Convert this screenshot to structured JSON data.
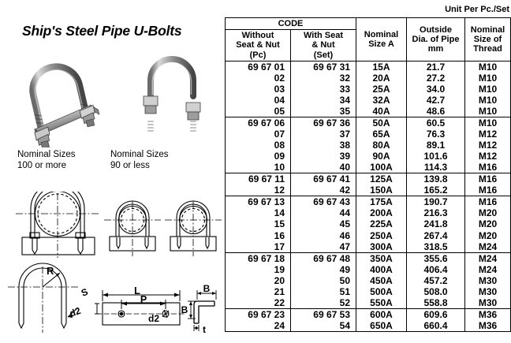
{
  "title": "Ship's Steel Pipe U-Bolts",
  "unit_note": "Unit Per Pc./Set",
  "captions": {
    "left": {
      "line1": "Nominal Sizes",
      "line2": "100 or more"
    },
    "right": {
      "line1": "Nominal Sizes",
      "line2": "90 or less"
    }
  },
  "dimension_labels": {
    "radius": "R",
    "seat_height": "S",
    "bolt_dia_1": "d2",
    "bolt_dia_2": "d2",
    "plate_length": "L",
    "hole_pitch": "P",
    "width_1": "B",
    "width_2": "B",
    "thickness": "t"
  },
  "table": {
    "header": {
      "code_group": "CODE",
      "col1_l1": "Without",
      "col1_l2": "Seat & Nut",
      "col1_l3": "(Pc)",
      "col2_l1": "With Seat",
      "col2_l2": "& Nut",
      "col2_l3": "(Set)",
      "col3_l1": "Nominal",
      "col3_l2": "Size  A",
      "col4_l1": "Outside",
      "col4_l2": "Dia. of Pipe",
      "col4_l3": "mm",
      "col5_l1": "Nominal",
      "col5_l2": "Size of",
      "col5_l3": "Thread"
    },
    "groups": [
      {
        "rows": [
          {
            "code_without": "69 67 01",
            "code_with": "69 67 31",
            "nominal_size": "15A",
            "outside_dia": "21.7",
            "thread": "M10"
          },
          {
            "code_without": "02",
            "code_with": "32",
            "nominal_size": "20A",
            "outside_dia": "27.2",
            "thread": "M10"
          },
          {
            "code_without": "03",
            "code_with": "33",
            "nominal_size": "25A",
            "outside_dia": "34.0",
            "thread": "M10"
          },
          {
            "code_without": "04",
            "code_with": "34",
            "nominal_size": "32A",
            "outside_dia": "42.7",
            "thread": "M10"
          },
          {
            "code_without": "05",
            "code_with": "35",
            "nominal_size": "40A",
            "outside_dia": "48.6",
            "thread": "M10"
          }
        ]
      },
      {
        "rows": [
          {
            "code_without": "69 67 06",
            "code_with": "69 67 36",
            "nominal_size": "50A",
            "outside_dia": "60.5",
            "thread": "M10"
          },
          {
            "code_without": "07",
            "code_with": "37",
            "nominal_size": "65A",
            "outside_dia": "76.3",
            "thread": "M12"
          },
          {
            "code_without": "08",
            "code_with": "38",
            "nominal_size": "80A",
            "outside_dia": "89.1",
            "thread": "M12"
          },
          {
            "code_without": "09",
            "code_with": "39",
            "nominal_size": "90A",
            "outside_dia": "101.6",
            "thread": "M12"
          },
          {
            "code_without": "10",
            "code_with": "40",
            "nominal_size": "100A",
            "outside_dia": "114.3",
            "thread": "M16"
          }
        ]
      },
      {
        "rows": [
          {
            "code_without": "69 67 11",
            "code_with": "69 67 41",
            "nominal_size": "125A",
            "outside_dia": "139.8",
            "thread": "M16"
          },
          {
            "code_without": "12",
            "code_with": "42",
            "nominal_size": "150A",
            "outside_dia": "165.2",
            "thread": "M16"
          }
        ]
      },
      {
        "rows": [
          {
            "code_without": "69 67 13",
            "code_with": "69 67 43",
            "nominal_size": "175A",
            "outside_dia": "190.7",
            "thread": "M16"
          },
          {
            "code_without": "14",
            "code_with": "44",
            "nominal_size": "200A",
            "outside_dia": "216.3",
            "thread": "M20"
          },
          {
            "code_without": "15",
            "code_with": "45",
            "nominal_size": "225A",
            "outside_dia": "241.8",
            "thread": "M20"
          },
          {
            "code_without": "16",
            "code_with": "46",
            "nominal_size": "250A",
            "outside_dia": "267.4",
            "thread": "M20"
          },
          {
            "code_without": "17",
            "code_with": "47",
            "nominal_size": "300A",
            "outside_dia": "318.5",
            "thread": "M24"
          }
        ]
      },
      {
        "rows": [
          {
            "code_without": "69 67 18",
            "code_with": "69 67 48",
            "nominal_size": "350A",
            "outside_dia": "355.6",
            "thread": "M24"
          },
          {
            "code_without": "19",
            "code_with": "49",
            "nominal_size": "400A",
            "outside_dia": "406.4",
            "thread": "M24"
          },
          {
            "code_without": "20",
            "code_with": "50",
            "nominal_size": "450A",
            "outside_dia": "457.2",
            "thread": "M30"
          },
          {
            "code_without": "21",
            "code_with": "51",
            "nominal_size": "500A",
            "outside_dia": "508.0",
            "thread": "M30"
          },
          {
            "code_without": "22",
            "code_with": "52",
            "nominal_size": "550A",
            "outside_dia": "558.8",
            "thread": "M30"
          }
        ]
      },
      {
        "rows": [
          {
            "code_without": "69 67 23",
            "code_with": "69 67 53",
            "nominal_size": "600A",
            "outside_dia": "609.6",
            "thread": "M36"
          },
          {
            "code_without": "24",
            "code_with": "54",
            "nominal_size": "650A",
            "outside_dia": "660.4",
            "thread": "M36"
          }
        ]
      }
    ]
  }
}
